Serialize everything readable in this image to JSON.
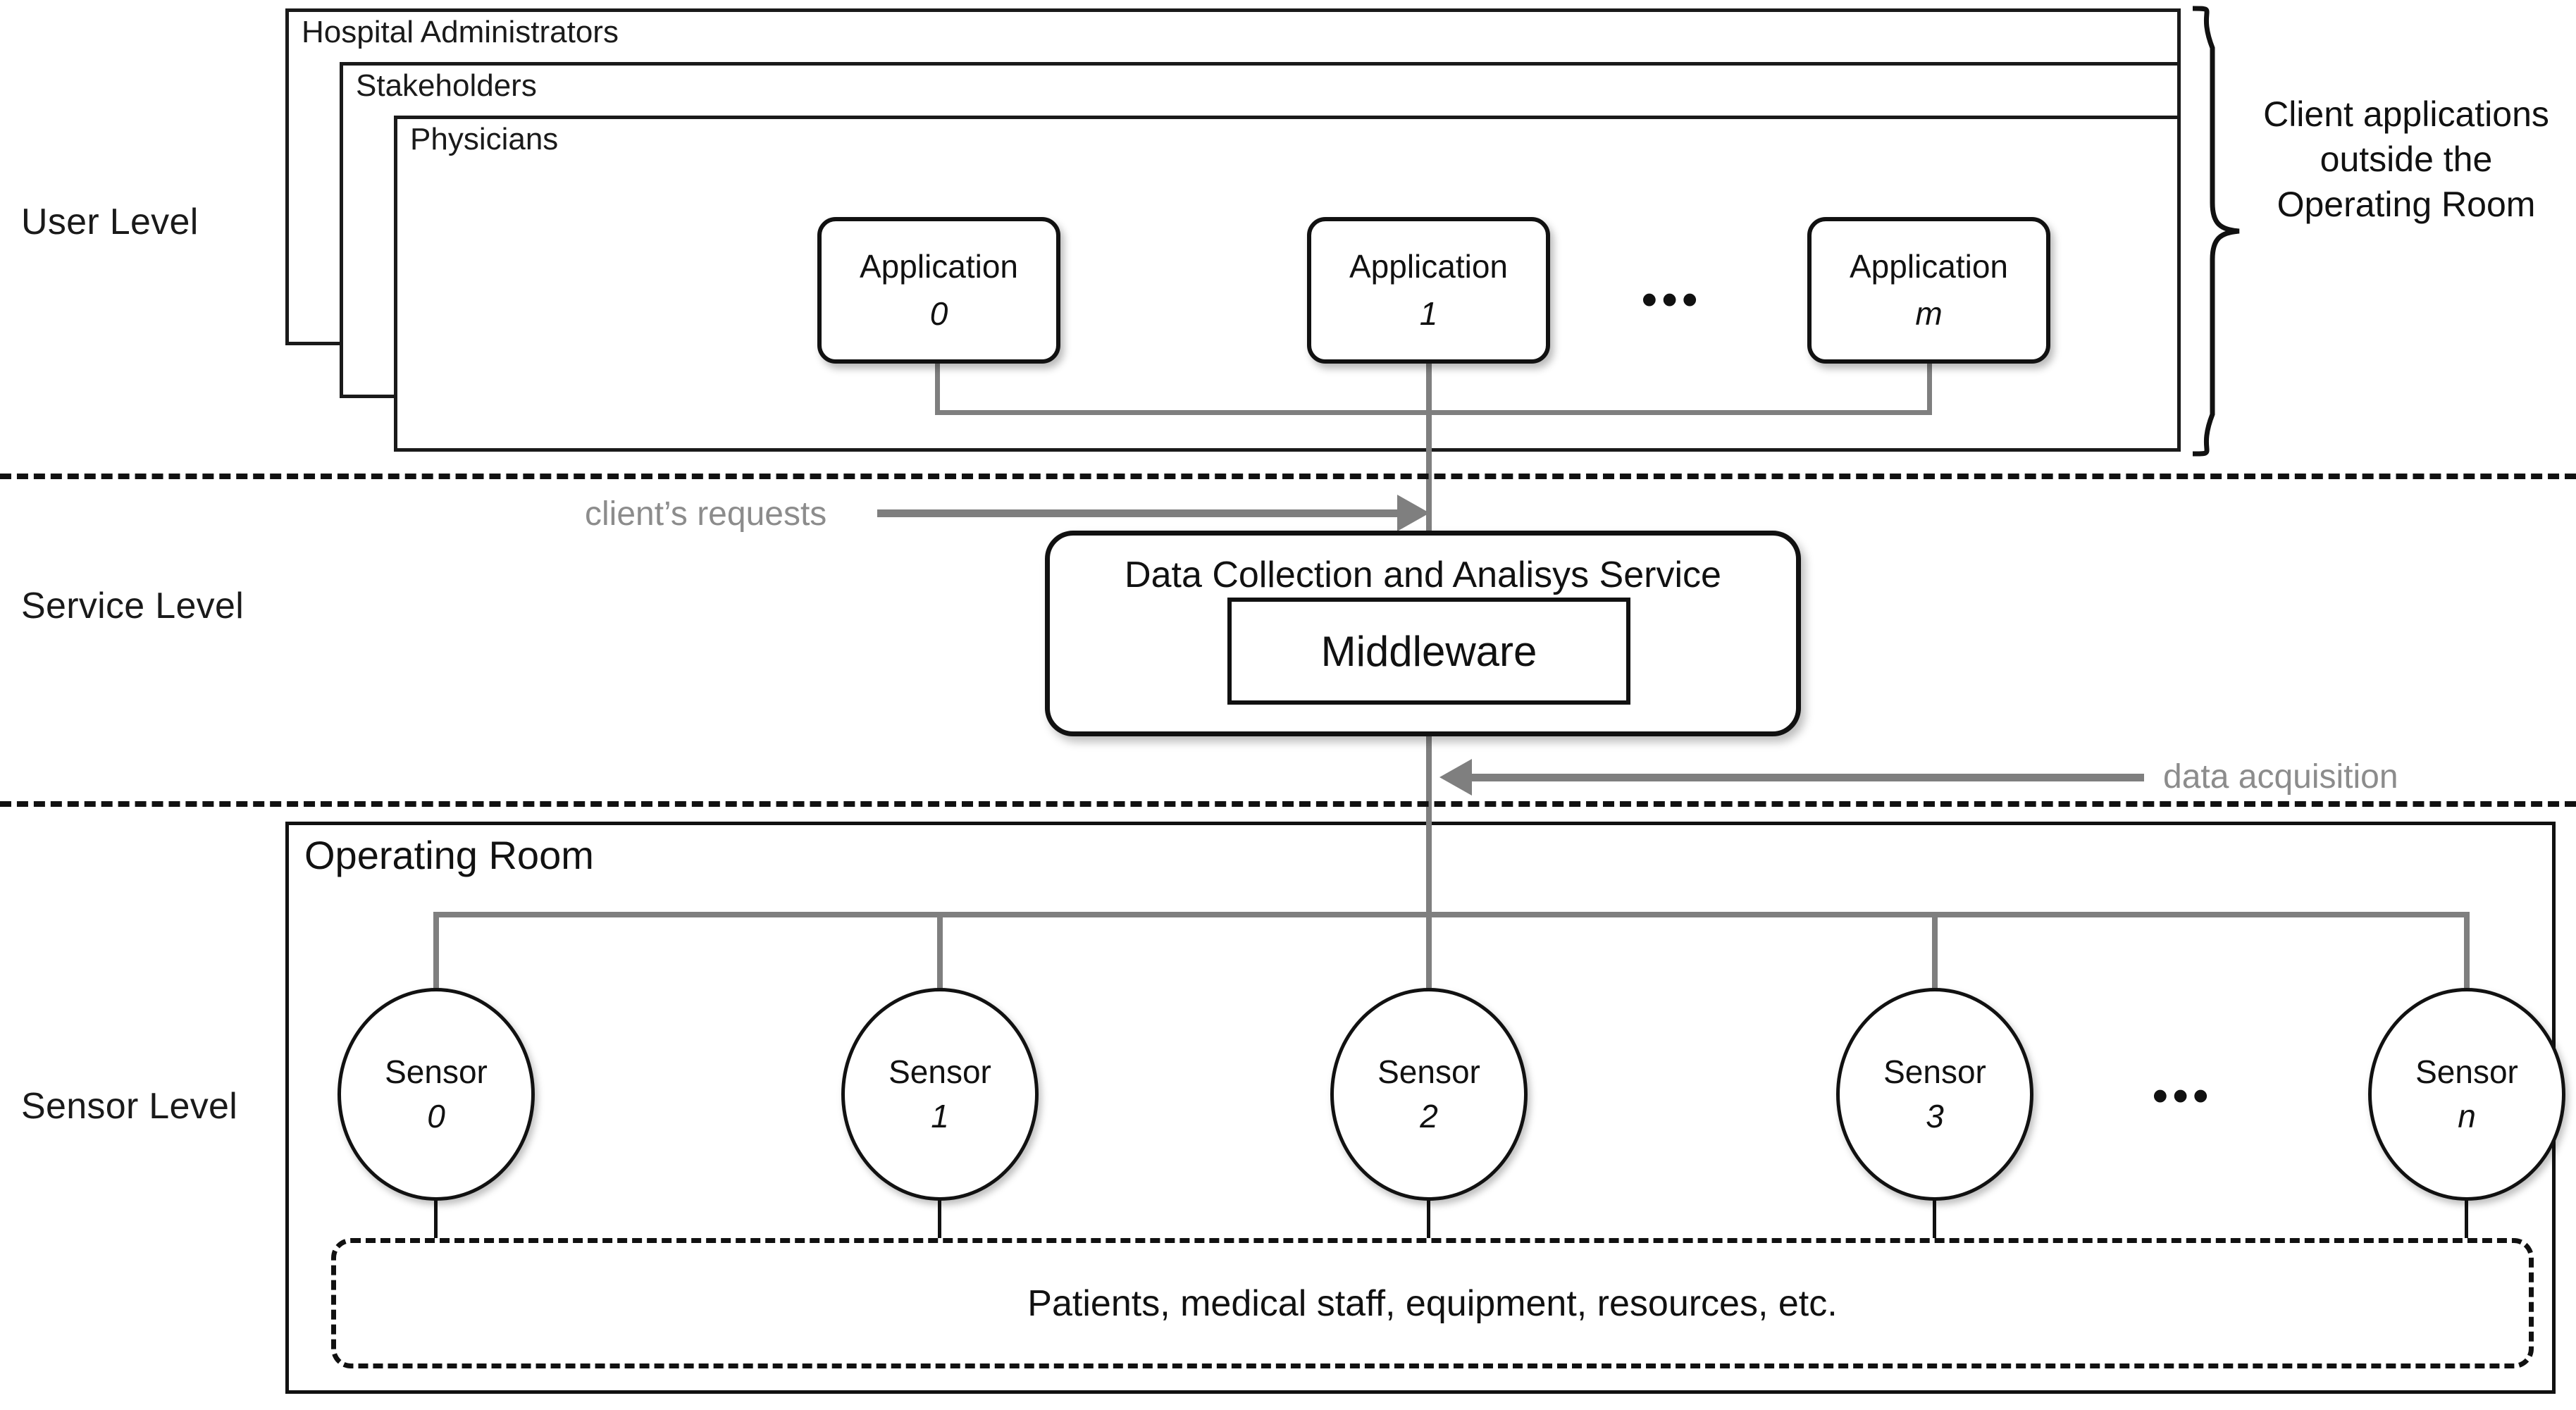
{
  "diagram": {
    "levels": [
      {
        "id": "user",
        "label": "User Level"
      },
      {
        "id": "service",
        "label": "Service Level"
      },
      {
        "id": "sensor",
        "label": "Sensor Level"
      }
    ],
    "user_level": {
      "cards": [
        {
          "title": "Hospital Administrators"
        },
        {
          "title": "Stakeholders"
        },
        {
          "title": "Physicians"
        }
      ],
      "applications": [
        {
          "name": "Application",
          "index": "0"
        },
        {
          "name": "Application",
          "index": "1"
        },
        {
          "name": "Application",
          "index": "m"
        }
      ],
      "ellipsis": "•••",
      "bracket_note": "Client applications outside the Operating Room"
    },
    "service_level": {
      "service_title": "Data Collection and Analisys Service",
      "middleware_label": "Middleware"
    },
    "sensor_level": {
      "room_title": "Operating Room",
      "sensors": [
        {
          "name": "Sensor",
          "index": "0"
        },
        {
          "name": "Sensor",
          "index": "1"
        },
        {
          "name": "Sensor",
          "index": "2"
        },
        {
          "name": "Sensor",
          "index": "3"
        },
        {
          "name": "Sensor",
          "index": "n"
        }
      ],
      "ellipsis": "•••",
      "resources_label": "Patients, medical staff, equipment, resources, etc."
    },
    "flows": [
      {
        "id": "clients-requests",
        "label": "client’s requests",
        "direction": "right"
      },
      {
        "id": "data-acquisition",
        "label": "data acquisition",
        "direction": "left"
      }
    ],
    "colors": {
      "stroke": "#111111",
      "connector": "#7f7f7f",
      "arrow_label": "#8c8c8c",
      "background": "#ffffff"
    }
  }
}
